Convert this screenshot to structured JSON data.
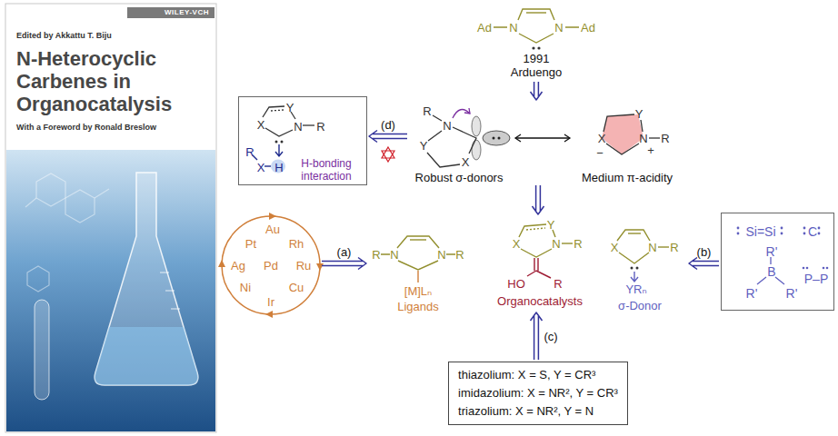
{
  "diagram": {
    "nodes": [
      {
        "text": [
          "WILEY-VCH",
          "Edited by Akkattu T. Biju",
          "N-Heterocyclic Carbenes in Organocatalysis",
          "With a Foreword by Ronald Breslow"
        ]
      },
      {
        "text": [
          "Ad",
          "N",
          "N",
          "Ad",
          "1991",
          "Arduengo"
        ]
      },
      {
        "text": [
          "Y",
          "X",
          "N",
          "R",
          "R",
          "X",
          "H",
          "H-bonding interaction"
        ]
      },
      {
        "text": [
          "R",
          "N",
          "Y",
          "X",
          "Robust σ-donors",
          "Y",
          "X",
          "N",
          "R",
          "+",
          "−",
          "Medium π-acidity"
        ]
      },
      {
        "text": [
          "Au",
          "Pt",
          "Rh",
          "Ag",
          "Pd",
          "Ru",
          "Ni",
          "Cu",
          "Ir"
        ]
      },
      {
        "text": [
          "R",
          "N",
          "N",
          "R",
          "[M]Lₙ",
          "Ligands"
        ]
      },
      {
        "text": [
          "Y",
          "X",
          "N",
          "R",
          "HO",
          "R",
          "Organocatalysts"
        ]
      },
      {
        "text": [
          "X",
          "N",
          "R",
          "YRₙ",
          "σ-Donor"
        ]
      },
      {
        "text": [
          "Si=Si",
          "C",
          "R'",
          "B",
          "R'",
          "R'",
          "P–P"
        ]
      },
      {
        "text": [
          "thiazolium: X = S, Y = CR³",
          "imidazolium: X = NR², Y = CR³",
          "triazolium: X = NR², Y = N"
        ]
      }
    ],
    "edges": [
      {
        "from": 1,
        "to": 3,
        "arrow": "to"
      },
      {
        "from": 3,
        "to": 2,
        "arrow": "to",
        "label": "(d)"
      },
      {
        "from": 3,
        "to": 6,
        "arrow": "to"
      },
      {
        "from": 4,
        "to": 5,
        "arrow": "to",
        "label": "(a)"
      },
      {
        "from": 8,
        "to": 7,
        "arrow": "to",
        "label": "(b)"
      },
      {
        "from": 9,
        "to": 6,
        "arrow": "to",
        "label": "(c)"
      }
    ]
  }
}
